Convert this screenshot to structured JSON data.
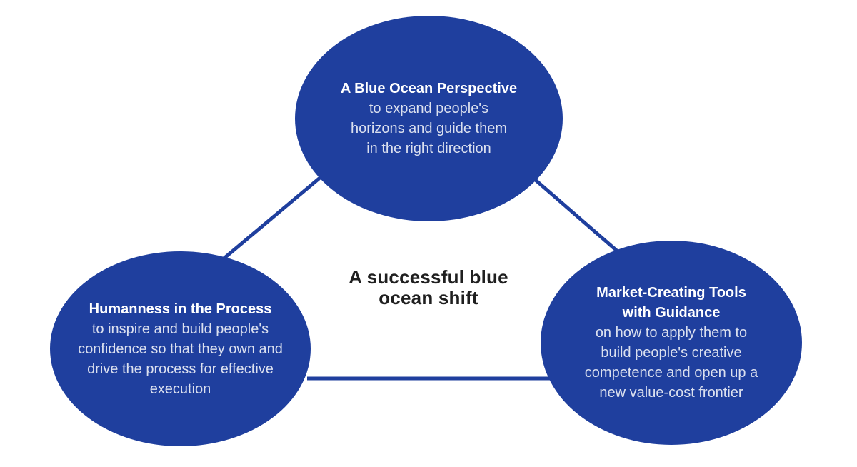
{
  "diagram": {
    "center_title": {
      "line1": "A successful blue",
      "line2": "ocean shift"
    },
    "nodes": {
      "top": {
        "title": "A Blue Ocean Perspective",
        "body_lines": [
          "to expand people's",
          "horizons and guide them",
          "in the right direction"
        ]
      },
      "left": {
        "title": "Humanness in the Process",
        "body_lines": [
          "to inspire and build people's",
          "confidence so that they own and",
          "drive the process for effective",
          "execution"
        ]
      },
      "right": {
        "title_line1": "Market-Creating Tools",
        "title_line2": "with Guidance",
        "body_lines": [
          "on how to apply them to",
          "build people's creative",
          "competence and open up a",
          "new value-cost frontier"
        ]
      }
    },
    "colors": {
      "ellipse_fill": "#1f3f9e",
      "connector_line": "#1f3f9e",
      "node_title_text": "#ffffff",
      "node_body_text": "#dbe0ef",
      "center_title_text": "#1f1f1f",
      "background": "#ffffff"
    }
  }
}
